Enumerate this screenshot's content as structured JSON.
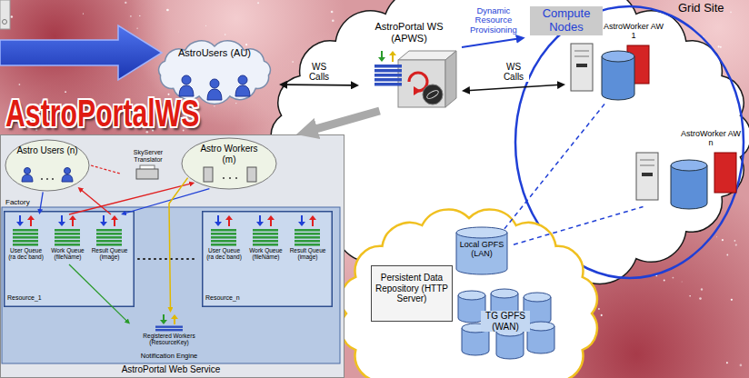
{
  "diagram": {
    "title": "AstroPortalWS",
    "nodes": [
      {
        "text": [
          "AstroUsers (AU)"
        ]
      },
      {
        "text": [
          "Grid Site"
        ]
      },
      {
        "text": [
          "AstroPortal WS (APWS)"
        ],
        "in": 1
      },
      {
        "text": [
          "Compute Nodes"
        ],
        "in": 1
      },
      {
        "text": [
          "AstroWorker AW 1"
        ],
        "in": 3
      },
      {
        "text": [
          "AstroWorker AW n"
        ],
        "in": 3
      },
      {
        "text": [
          "Local GPFS (LAN)"
        ]
      },
      {
        "text": [
          "Persistent Data Repository (HTTP Server)"
        ]
      },
      {
        "text": [
          "TG GPFS (WAN)"
        ]
      },
      {
        "text": [
          "AstroPortal Web Service"
        ]
      },
      {
        "text": [
          "Astro Users (n)"
        ],
        "in": 9
      },
      {
        "text": [
          "SkyServer Translator"
        ],
        "in": 9
      },
      {
        "text": [
          "Astro Workers (m)"
        ],
        "in": 9
      },
      {
        "text": [
          "Resource_1"
        ],
        "in": 9
      },
      {
        "text": [
          "User Queue (ra dec band)"
        ],
        "in": 13
      },
      {
        "text": [
          "Work Queue (fileName)"
        ],
        "in": 13
      },
      {
        "text": [
          "Result Queue (image)"
        ],
        "in": 13
      },
      {
        "text": [
          "Registered Workers (ResourceKey)"
        ],
        "in": 9
      },
      {
        "text": [
          "Resource_n"
        ],
        "in": 9
      },
      {
        "text": [
          "User Queue (ra dec band)"
        ],
        "in": 18
      },
      {
        "text": [
          "Work Queue (fileName)"
        ],
        "in": 18
      },
      {
        "text": [
          "Result Queue (image)"
        ],
        "in": 18
      }
    ],
    "edges": [
      {
        "from": 0,
        "to": 2,
        "label": "WS Calls",
        "arrow": "both"
      },
      {
        "from": 2,
        "to": 3,
        "label": "Dynamic Resource Provisioning",
        "arrow": "to"
      },
      {
        "from": 2,
        "to": 4,
        "label": "WS Calls",
        "arrow": "both"
      },
      {
        "from": 6,
        "to": 4,
        "arrow": "none"
      },
      {
        "from": 6,
        "to": 5,
        "arrow": "none"
      },
      {
        "from": 2,
        "to": 9,
        "arrow": "to"
      },
      {
        "from": 10,
        "to": 14,
        "arrow": "to"
      },
      {
        "from": 16,
        "to": 10,
        "arrow": "to"
      },
      {
        "from": 15,
        "to": 12,
        "arrow": "to"
      },
      {
        "from": 12,
        "to": 16,
        "arrow": "to"
      },
      {
        "from": 10,
        "to": 11,
        "arrow": "none"
      },
      {
        "from": 15,
        "to": 17,
        "arrow": "to"
      },
      {
        "from": 12,
        "to": 17,
        "arrow": "to"
      }
    ],
    "labels": [
      "Factory",
      "Notification Engine"
    ]
  }
}
